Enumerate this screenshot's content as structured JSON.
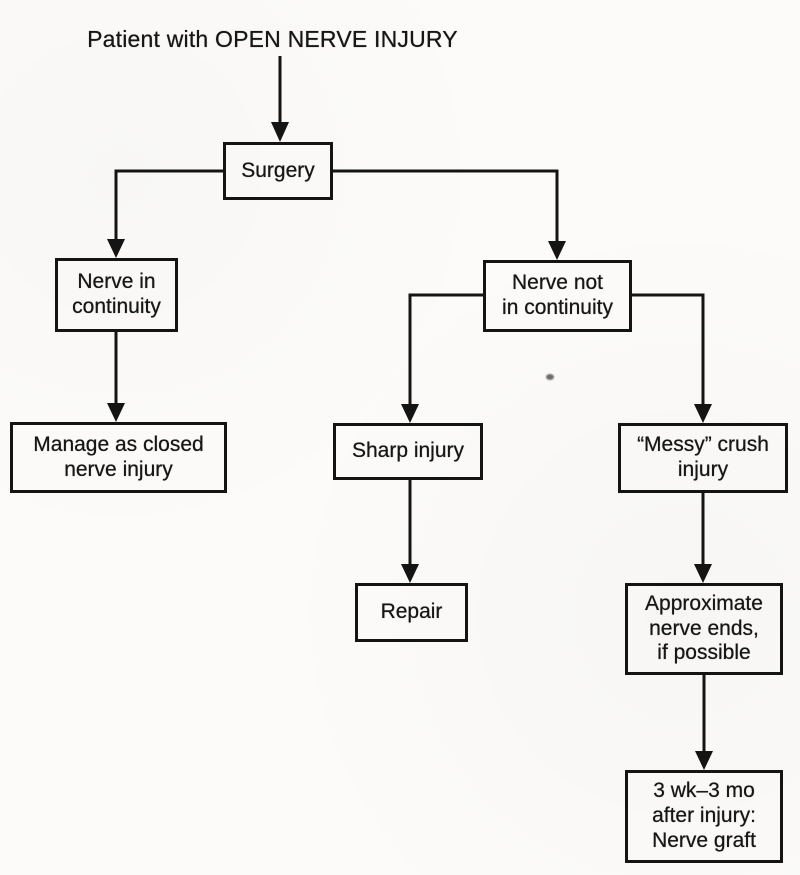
{
  "figure": {
    "background_color": "#fcfbf9",
    "line_color": "#141414",
    "title": "Patient with OPEN NERVE INJURY"
  },
  "nodes": {
    "surgery": {
      "label": "Surgery"
    },
    "nerve_in_continuity": {
      "label": "Nerve in\ncontinuity"
    },
    "nerve_not_in_continuity": {
      "label": "Nerve not\nin continuity"
    },
    "manage_as_closed": {
      "label": "Manage as closed\nnerve injury"
    },
    "sharp_injury": {
      "label": "Sharp injury"
    },
    "messy_crush": {
      "label": "“Messy” crush\ninjury"
    },
    "repair": {
      "label": "Repair"
    },
    "approximate_nerve_ends": {
      "label": "Approximate\nnerve ends,\nif possible"
    },
    "nerve_graft": {
      "label": "3 wk–3 mo\nafter injury:\nNerve graft"
    }
  },
  "edges": [
    {
      "from": "title",
      "to": "surgery"
    },
    {
      "from": "surgery",
      "to": "nerve_in_continuity"
    },
    {
      "from": "surgery",
      "to": "nerve_not_in_continuity"
    },
    {
      "from": "nerve_in_continuity",
      "to": "manage_as_closed"
    },
    {
      "from": "nerve_not_in_continuity",
      "to": "sharp_injury"
    },
    {
      "from": "nerve_not_in_continuity",
      "to": "messy_crush"
    },
    {
      "from": "sharp_injury",
      "to": "repair"
    },
    {
      "from": "messy_crush",
      "to": "approximate_nerve_ends"
    },
    {
      "from": "approximate_nerve_ends",
      "to": "nerve_graft"
    }
  ]
}
